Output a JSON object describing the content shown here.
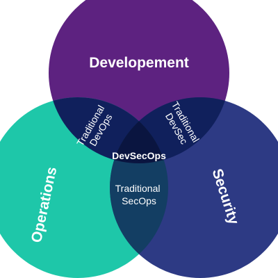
{
  "sets": {
    "development": {
      "label": "Developement",
      "color": "#5d2280"
    },
    "operations": {
      "label": "Operations",
      "color": "#1ec7a9"
    },
    "security": {
      "label": "Security",
      "color": "#2d3a84"
    }
  },
  "overlaps": {
    "dev_ops": {
      "line1": "Traditional",
      "line2": "DevOps",
      "color": "#10205c"
    },
    "dev_sec": {
      "line1": "Traditional",
      "line2": "DevSec",
      "color": "#10205c"
    },
    "sec_ops": {
      "line1": "Traditional",
      "line2": "SecOps",
      "color": "#133e63"
    },
    "center": {
      "label": "DevSecOps",
      "color": "#0a1540"
    }
  },
  "background": "#ffffff"
}
